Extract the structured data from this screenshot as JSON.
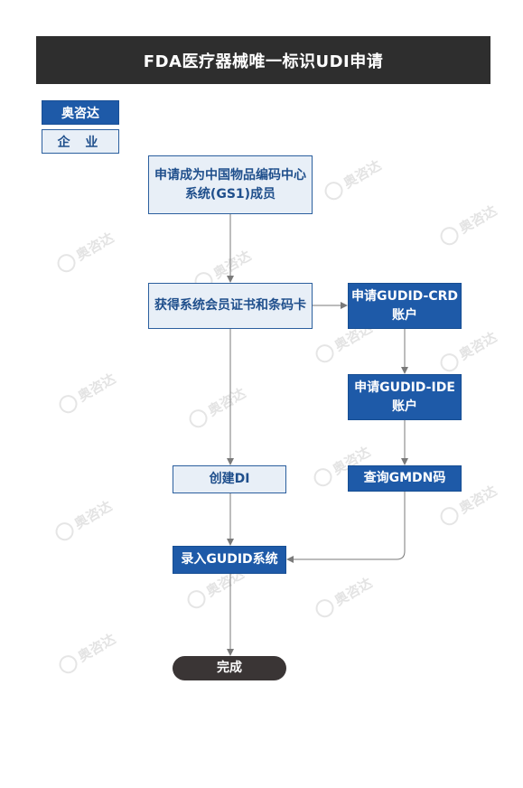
{
  "header": {
    "title": "FDA医疗器械唯一标识UDI申请"
  },
  "tags": {
    "brand": "奥咨达",
    "company": "企 业"
  },
  "nodes": {
    "apply_gs1": "申请成为中国物品编码中心系统(GS1)成员",
    "get_cert": "获得系统会员证书和条码卡",
    "apply_crd": "申请GUDID-CRD账户",
    "apply_ide": "申请GUDID-IDE账户",
    "create_di": "创建DI",
    "query_gmdn": "查询GMDN码",
    "enter_gudid": "录入GUDID系统",
    "done": "完成"
  },
  "watermark": {
    "text": "奥咨达",
    "icon": "osmunda-logo-icon"
  },
  "colors": {
    "title_bg": "#2e2e2e",
    "dark_box": "#1e5aa8",
    "light_box": "#e8eff7",
    "end_box": "#3a3535",
    "line": "#7a7a7a"
  }
}
